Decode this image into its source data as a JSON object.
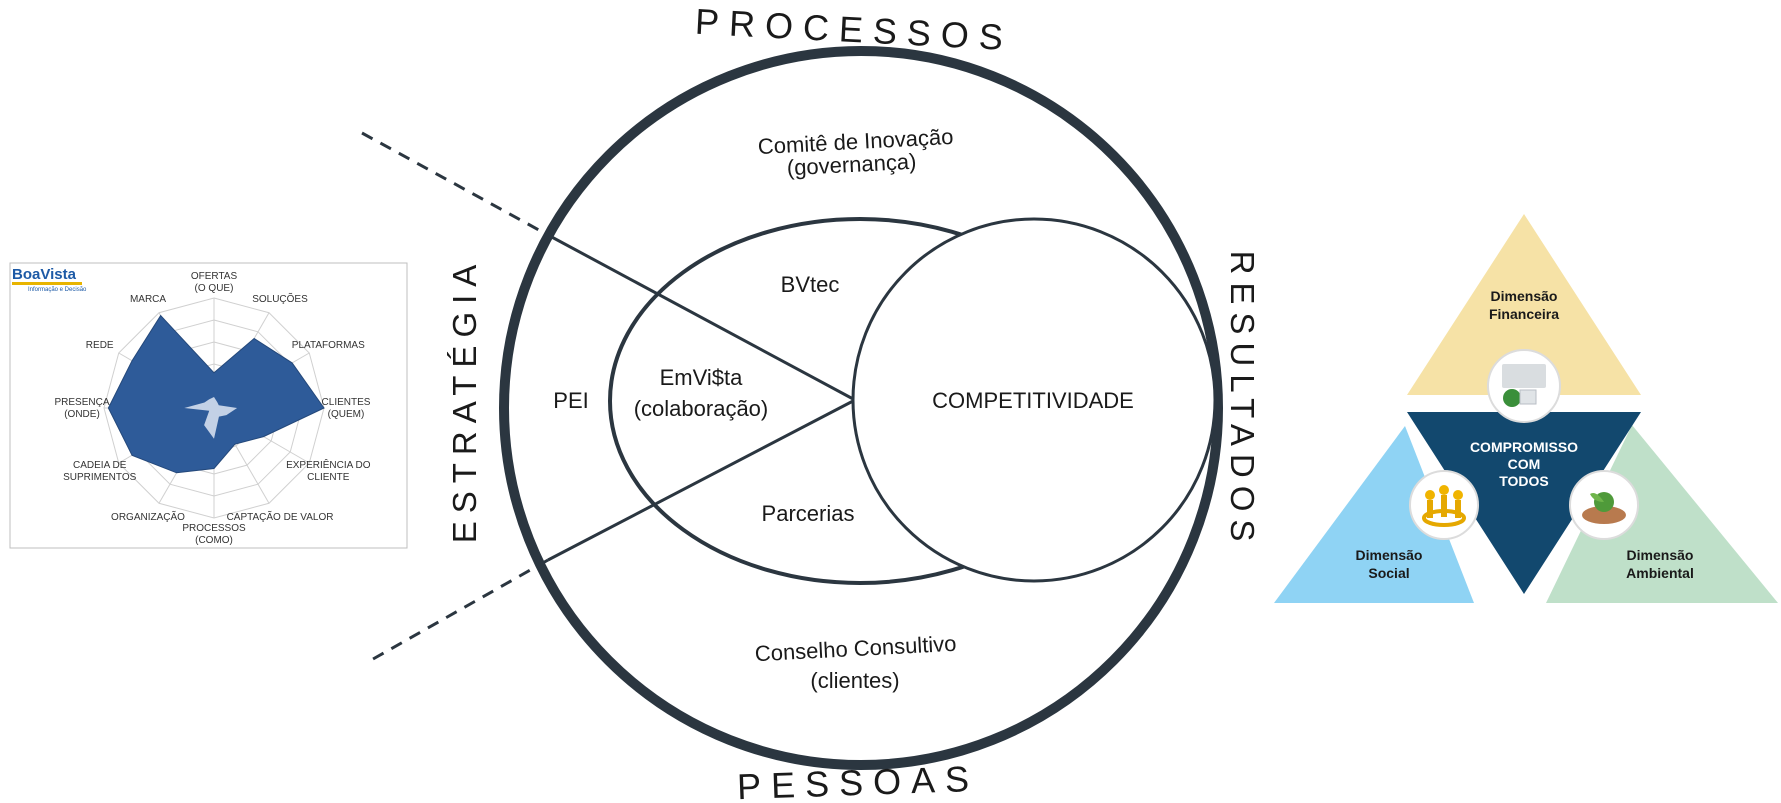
{
  "radar": {
    "logo_main": "BoaVista",
    "logo_sub": "Informação e Decisão",
    "axes": [
      [
        "OFERTAS",
        "(O QUE)"
      ],
      [
        "SOLUÇÕES"
      ],
      [
        "PLATAFORMAS"
      ],
      [
        "CLIENTES",
        "(QUEM)"
      ],
      [
        "EXPERIÊNCIA DO",
        "CLIENTE"
      ],
      [
        "CAPTAÇÃO DE VALOR"
      ],
      [
        "PROCESSOS",
        "(COMO)"
      ],
      [
        "ORGANIZAÇÃO"
      ],
      [
        "CADEIA DE",
        "SUPRIMENTOS"
      ],
      [
        "PRESENÇA",
        "(ONDE)"
      ],
      [
        "REDE"
      ],
      [
        "MARCA"
      ]
    ],
    "outer_series": [
      0.32,
      0.73,
      0.82,
      1.0,
      0.52,
      0.38,
      0.55,
      0.68,
      0.86,
      0.96,
      0.86,
      0.97
    ],
    "inner_series": [
      0.1,
      0.06,
      0.05,
      0.21,
      0.13,
      0.09,
      0.28,
      0.18,
      0.05,
      0.27,
      0.1,
      0.09
    ],
    "colors": {
      "outer": "#2e5b99",
      "inner": "#c3d1e6",
      "grid": "#d0d0d0",
      "logo": "#1d5aa6",
      "logo_bar": "#e8b400"
    }
  },
  "diagram": {
    "top": "PROCESSOS",
    "bottom": "PESSOAS",
    "left": "ESTRATÉGIA",
    "right": "RESULTADOS",
    "governance_1": "Comitê de Inovação",
    "governance_2": "(governança)",
    "council_1": "Conselho Consultivo",
    "council_2": "(clientes)",
    "pei": "PEI",
    "bvtec": "BVtec",
    "emvista_1": "EmVi$ta",
    "emvista_2": "(colaboração)",
    "parcerias": "Parcerias",
    "competitividade": "COMPETITIVIDADE",
    "colors": {
      "stroke": "#2b3640"
    }
  },
  "triangle": {
    "financial_1": "Dimensão",
    "financial_2": "Financeira",
    "social_1": "Dimensão",
    "social_2": "Social",
    "environmental_1": "Dimensão",
    "environmental_2": "Ambiental",
    "center_1": "COMPROMISSO",
    "center_2": "COM",
    "center_3": "TODOS",
    "colors": {
      "financial": "#f6e2a6",
      "social": "#8fd3f4",
      "environmental": "#bfe0c9",
      "center": "#12486e"
    }
  }
}
